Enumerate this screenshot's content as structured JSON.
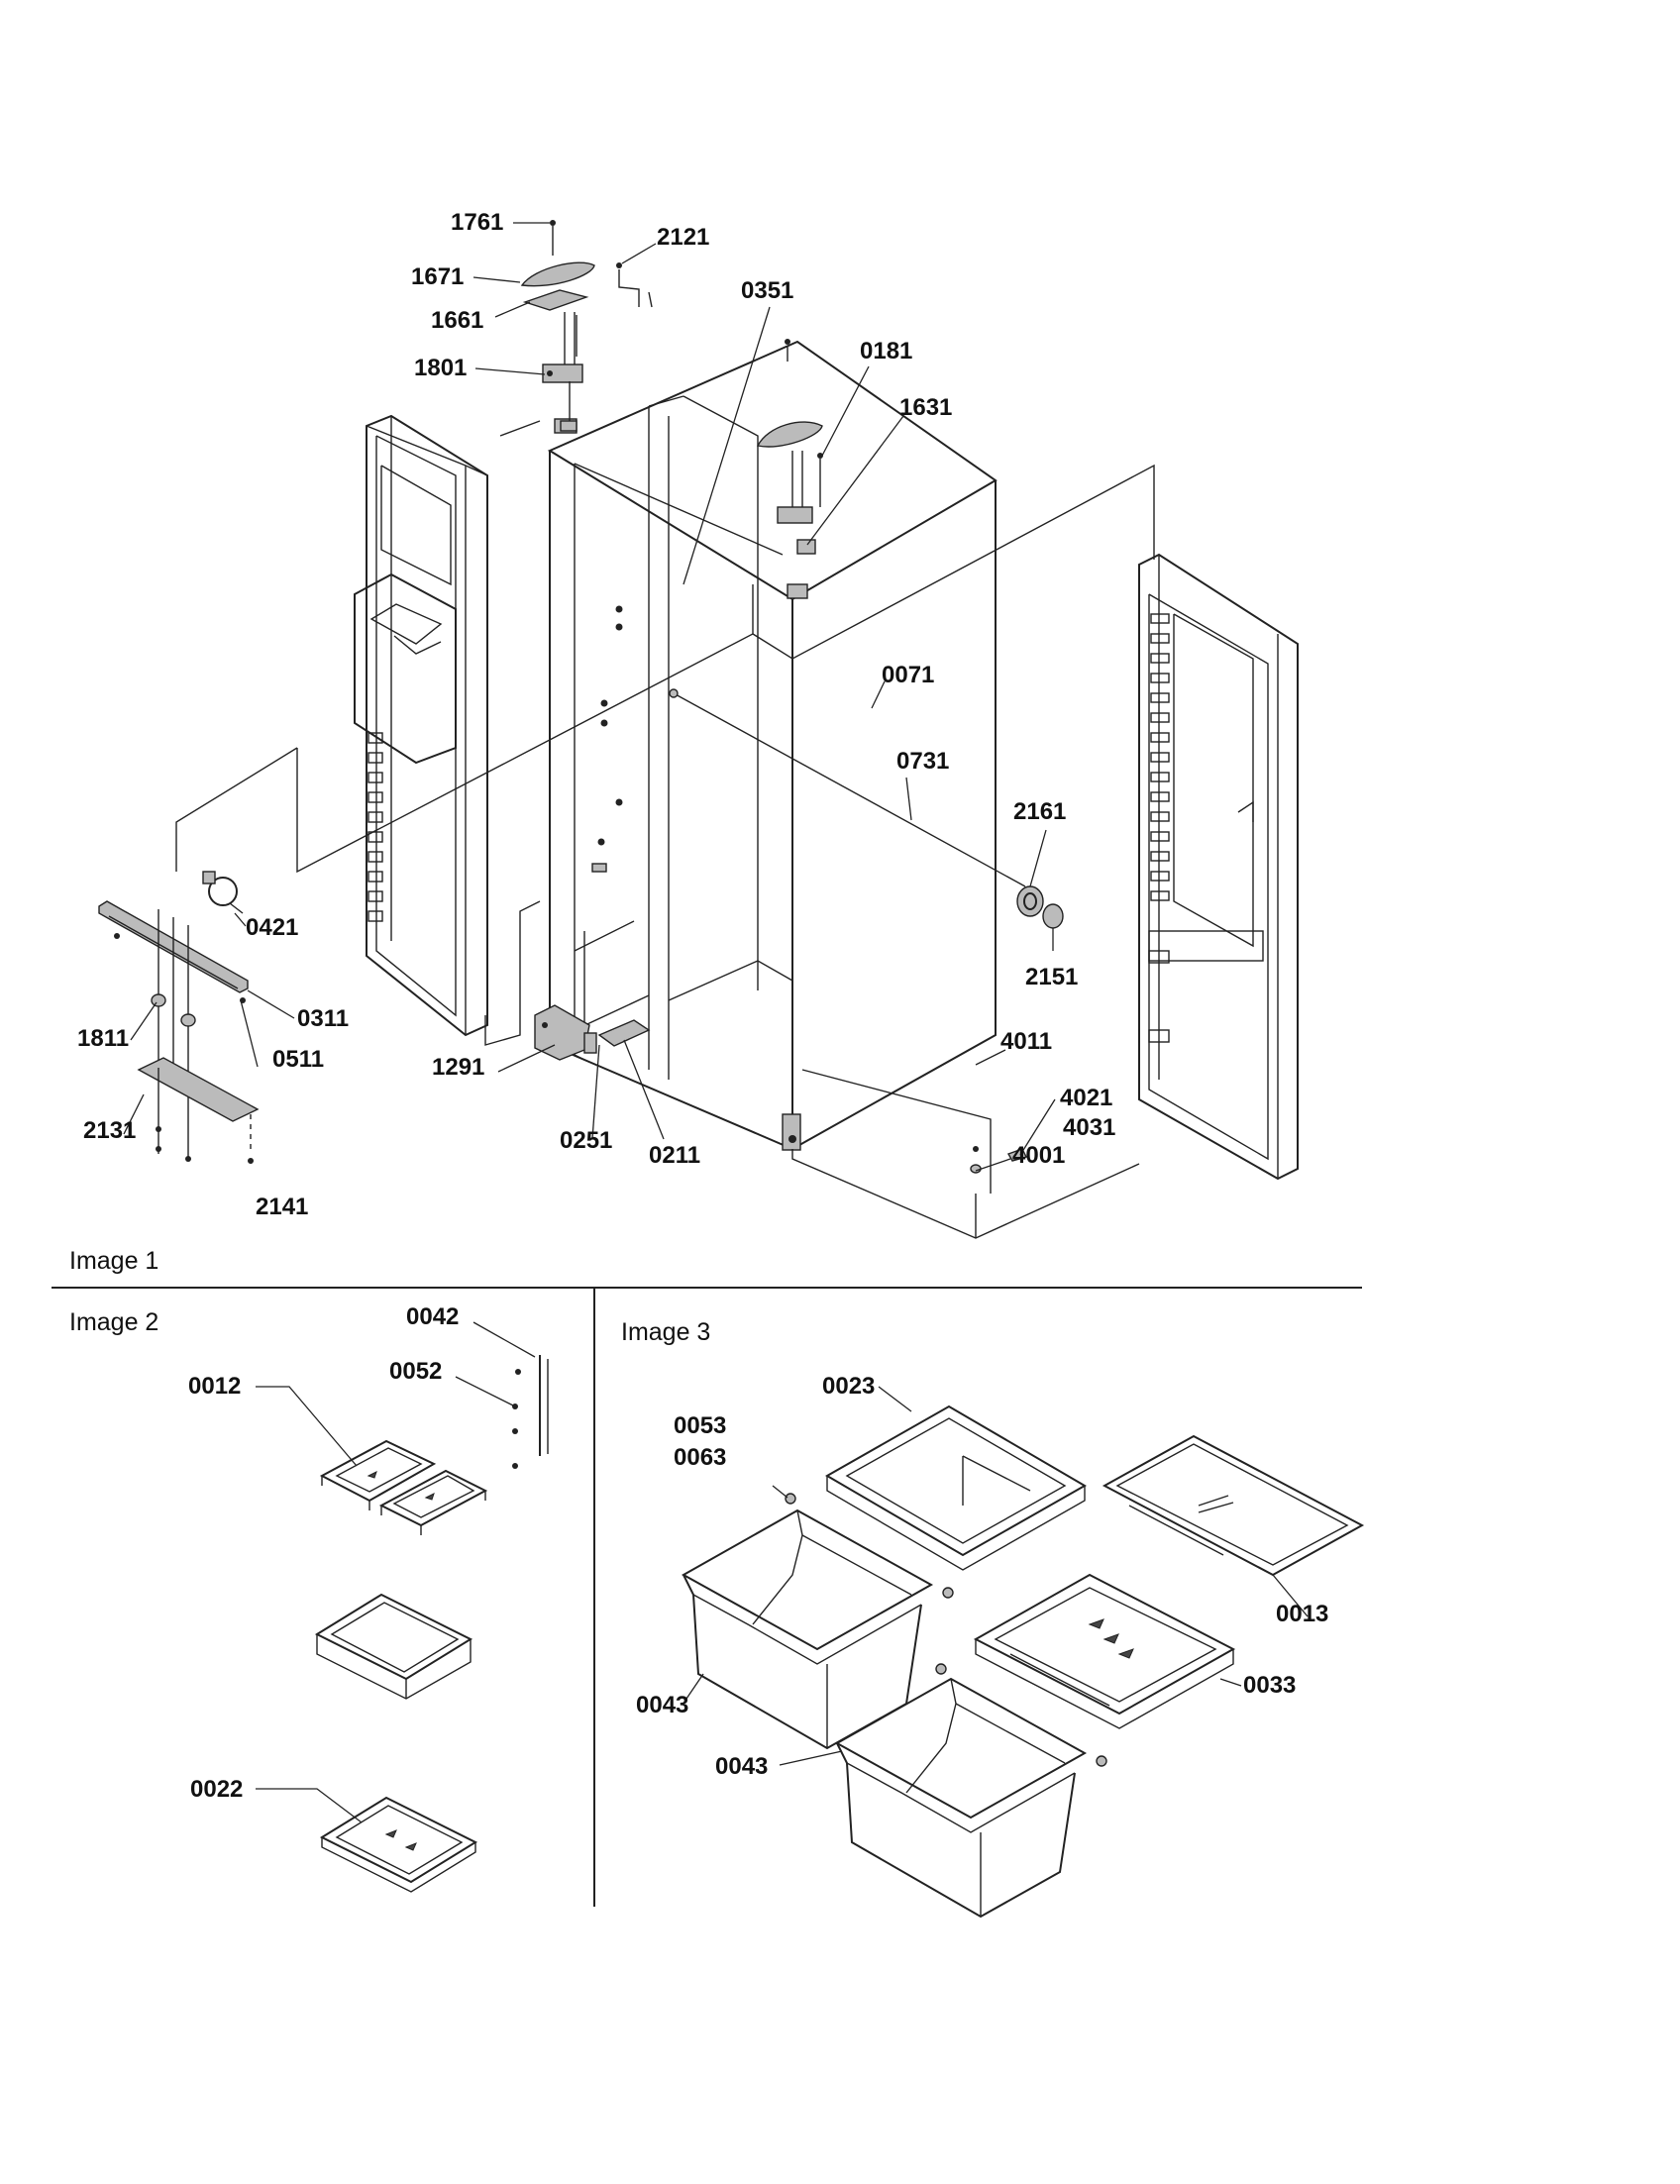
{
  "panels": {
    "image1": {
      "title": "Image 1"
    },
    "image2": {
      "title": "Image 2"
    },
    "image3": {
      "title": "Image 3"
    }
  },
  "callouts": {
    "image1": {
      "p1761": "1761",
      "p2121": "2121",
      "p1671": "1671",
      "p1661": "1661",
      "p1801": "1801",
      "p0351": "0351",
      "p0181": "0181",
      "p1631": "1631",
      "p0071": "0071",
      "p0731": "0731",
      "p2161": "2161",
      "p2151": "2151",
      "p0421": "0421",
      "p0311": "0311",
      "p1811": "1811",
      "p0511": "0511",
      "p1291": "1291",
      "p2131": "2131",
      "p2141": "2141",
      "p0251": "0251",
      "p0211": "0211",
      "p4011": "4011",
      "p4021": "4021",
      "p4031": "4031",
      "p4001": "4001"
    },
    "image2": {
      "p0042": "0042",
      "p0052": "0052",
      "p0012": "0012",
      "p0022": "0022"
    },
    "image3": {
      "p0023": "0023",
      "p0053": "0053",
      "p0063": "0063",
      "p0013": "0013",
      "p0043a": "0043",
      "p0033": "0033",
      "p0043b": "0043"
    }
  }
}
